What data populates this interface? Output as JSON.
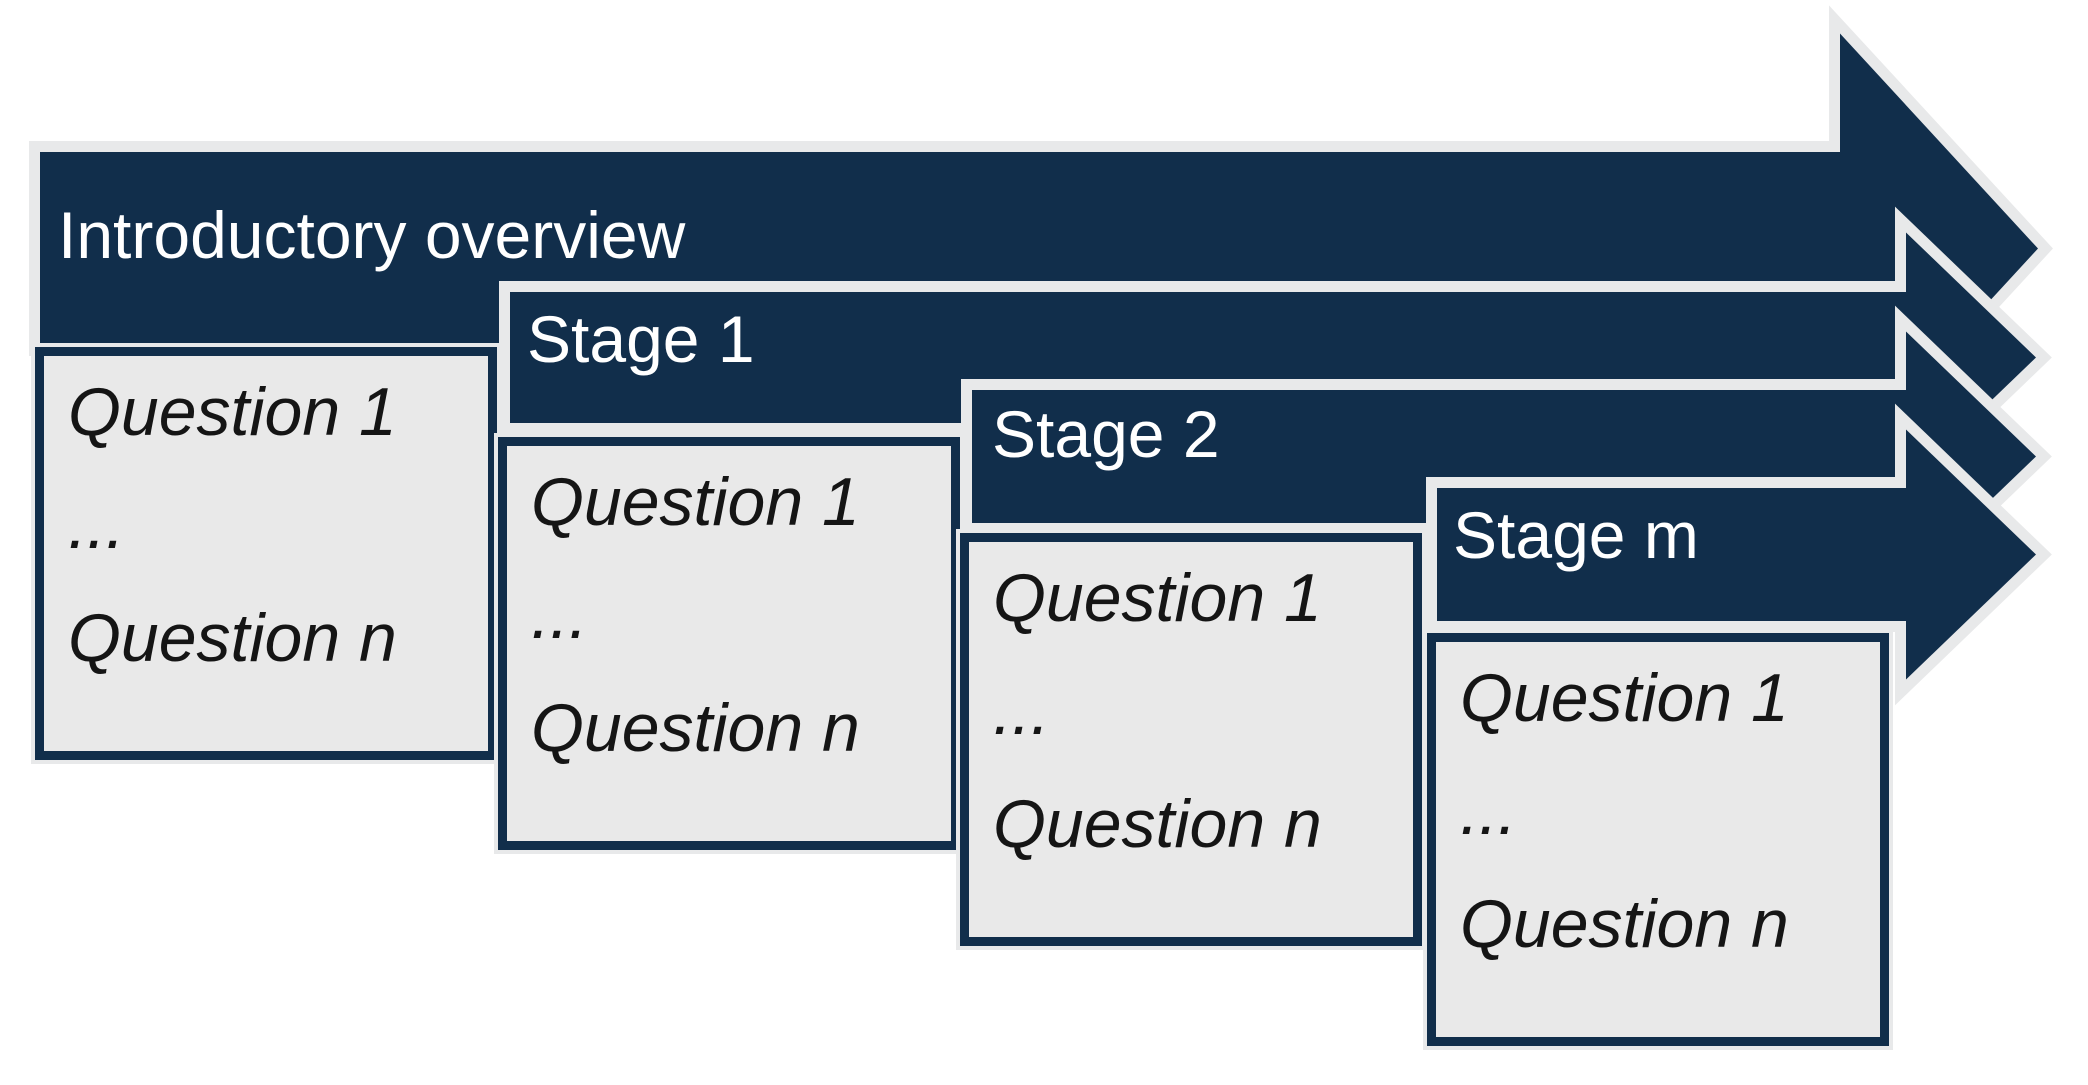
{
  "diagram": {
    "title_hint": "staged-interview-flow",
    "colors": {
      "arrow": "#112e4b",
      "outline": "#e8e9ea",
      "box_fill": "#e9e9e9",
      "header_text": "#ffffff",
      "question_text": "#151515",
      "background": "#ffffff"
    },
    "stages": [
      {
        "label": "Introductory overview",
        "questions": [
          "Question 1",
          "...",
          "Question n"
        ]
      },
      {
        "label": "Stage 1",
        "questions": [
          "Question 1",
          "...",
          "Question n"
        ]
      },
      {
        "label": "Stage 2",
        "questions": [
          "Question 1",
          "...",
          "Question n"
        ]
      },
      {
        "label": "Stage m",
        "questions": [
          "Question 1",
          "...",
          "Question n"
        ]
      }
    ]
  }
}
